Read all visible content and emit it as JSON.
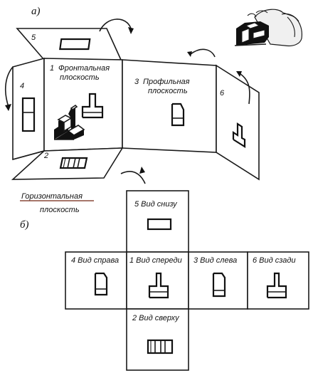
{
  "part_a": {
    "letter": "а)",
    "numbers": {
      "n1": "1",
      "n2": "2",
      "n3": "3",
      "n4": "4",
      "n5": "5",
      "n6": "6"
    },
    "frontal_line1": "Фронтальная",
    "frontal_line2": "плоскость",
    "profile_line1": "Профильная",
    "profile_line2": "плоскость",
    "horizontal_line1": "Горизонтальная",
    "horizontal_line2": "плоскость"
  },
  "part_b": {
    "letter": "б)",
    "views": {
      "bottom": "5  Вид снизу",
      "right": "4  Вид справа",
      "front": "1  Вид спереди",
      "left": "3  Вид слева",
      "back": "6  Вид сзади",
      "top": "2  Вид сверху"
    }
  }
}
